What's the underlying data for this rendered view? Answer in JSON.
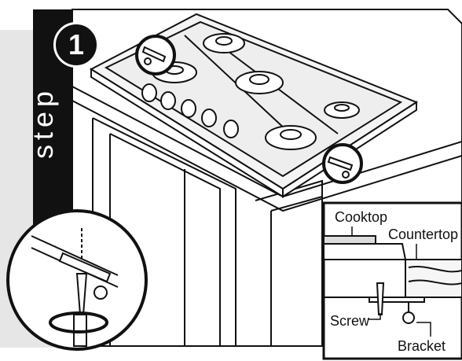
{
  "step": {
    "number": "1",
    "word": "step"
  },
  "callouts": {
    "cooktop": "Cooktop",
    "countertop": "Countertop",
    "screw": "Screw",
    "bracket": "Bracket"
  },
  "colors": {
    "ink": "#111111",
    "panel_gray": "#e6e6e6",
    "paper": "#ffffff"
  }
}
